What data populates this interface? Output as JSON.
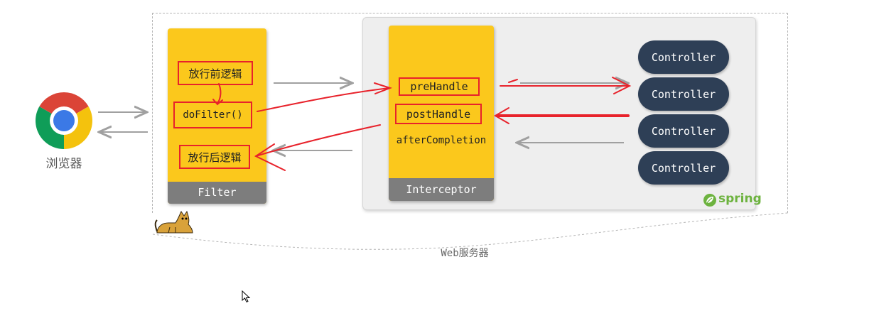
{
  "browser": {
    "label": "浏览器",
    "icon": "chrome-icon"
  },
  "web_server": {
    "label": "Web服务器",
    "icon": "tomcat-icon"
  },
  "filter": {
    "title": "Filter",
    "before_logic": "放行前逻辑",
    "do_filter": "doFilter()",
    "after_logic": "放行后逻辑"
  },
  "interceptor": {
    "title": "Interceptor",
    "pre_handle": "preHandle",
    "post_handle": "postHandle",
    "after_completion": "afterCompletion"
  },
  "controllers": [
    "Controller",
    "Controller",
    "Controller",
    "Controller"
  ],
  "spring": {
    "label": "spring",
    "icon": "spring-leaf-icon"
  },
  "colors": {
    "panel_yellow": "#fbc81c",
    "panel_footer": "#7d7d7d",
    "annotation_red": "#e8222b",
    "controller_navy": "#2e3f56",
    "flow_arrow_gray": "#a0a0a0",
    "spring_green": "#6db33f"
  }
}
